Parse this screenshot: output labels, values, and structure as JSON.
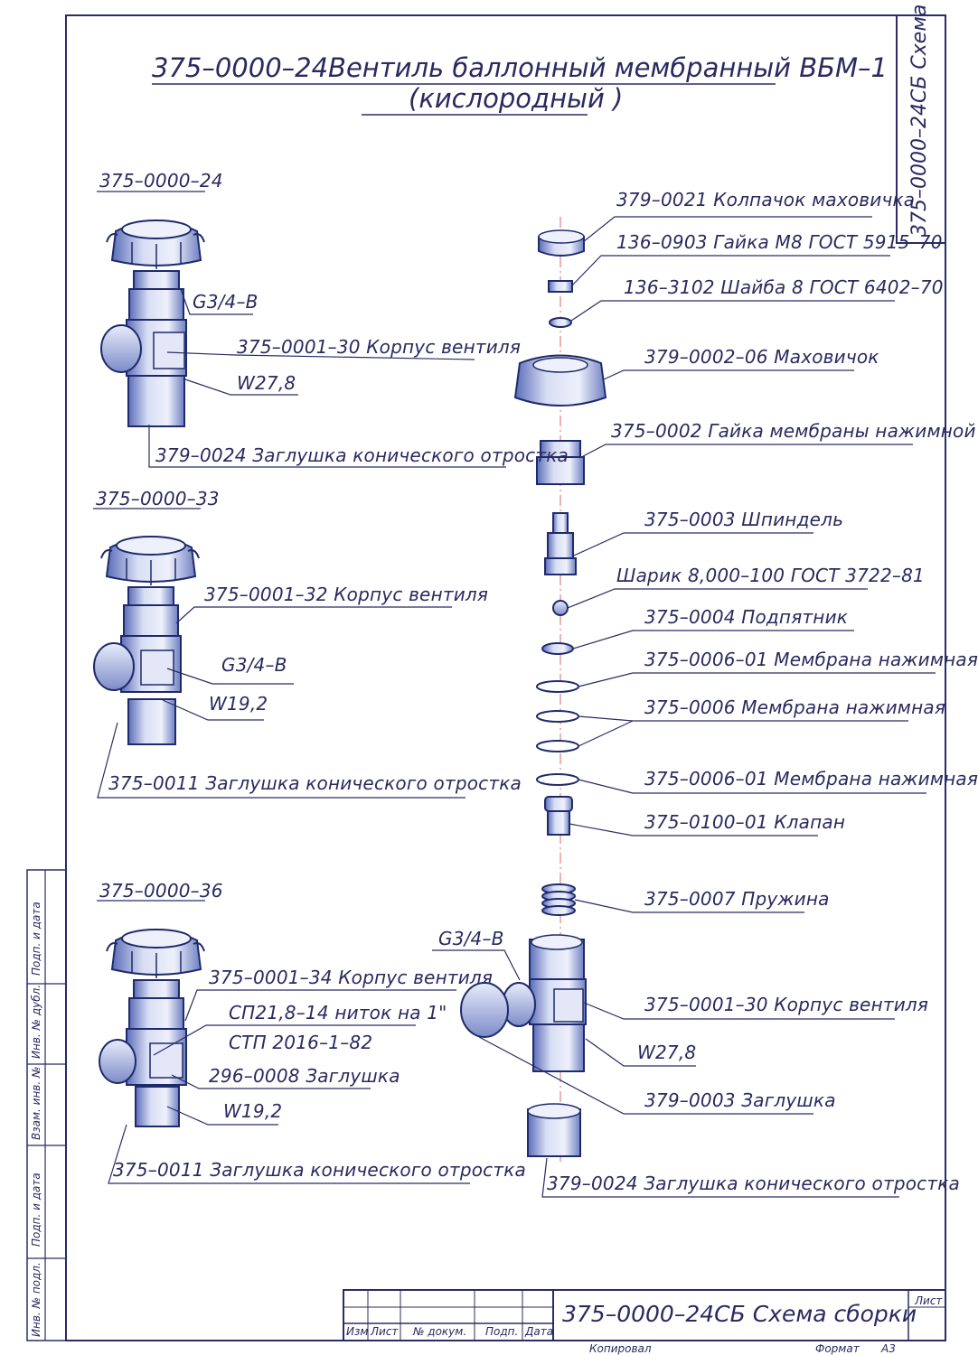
{
  "header": {
    "title_line1": "375–0000–24Вентиль баллонный мембранный ВБМ–1",
    "title_line2": "(кислородный )",
    "side_stamp": "375–0000–24СБ Схема сборки"
  },
  "assemblies": [
    {
      "id": "375–0000–24",
      "labels": [
        "G3/4–B",
        "375–0001–30 Корпус вентиля",
        "W27,8",
        "379–0024 Заглушка конического отростка"
      ]
    },
    {
      "id": "375–0000–33",
      "labels": [
        "375–0001–32 Корпус вентиля",
        "G3/4–B",
        "W19,2",
        "375–0011 Заглушка конического отростка"
      ]
    },
    {
      "id": "375–0000–36",
      "labels": [
        "375–0001–34 Корпус вентиля",
        "СП21,8–14 ниток на 1\"",
        "СТП 2016–1–82",
        "296–0008 Заглушка",
        "W19,2",
        "375–0011 Заглушка конического отростка"
      ]
    }
  ],
  "exploded_parts": [
    "379–0021 Колпачок маховичка",
    "136–0903 Гайка М8 ГОСТ 5915–70",
    "136–3102 Шайба 8 ГОСТ 6402–70",
    "379–0002–06 Маховичок",
    "375–0002 Гайка мембраны нажимной",
    "375–0003 Шпиндель",
    "Шарик 8,000–100 ГОСТ 3722–81",
    "375–0004 Подпятник",
    "375–0006–01 Мембрана нажимная",
    "375–0006 Мембрана нажимная",
    "375–0006–01 Мембрана нажимная",
    "375–0100–01 Клапан",
    "375–0007 Пружина",
    "G3/4–B",
    "375–0001–30 Корпус вентиля",
    "W27,8",
    "379–0003 Заглушка",
    "379–0024 Заглушка конического отростка"
  ],
  "left_margin": [
    "Инв. № подл.",
    "Подп. и дата",
    "Взам. инв. №",
    "Инв. № дубл.",
    "Подп. и дата"
  ],
  "title_block": {
    "cols": [
      "Изм",
      "Лист",
      "№ докум.",
      "Подп.",
      "Дата"
    ],
    "designation": "375–0000–24СБ Схема сборки",
    "sheet_label": "Лист",
    "copied": "Копировал",
    "format_label": "Формат",
    "format_value": "А3"
  }
}
